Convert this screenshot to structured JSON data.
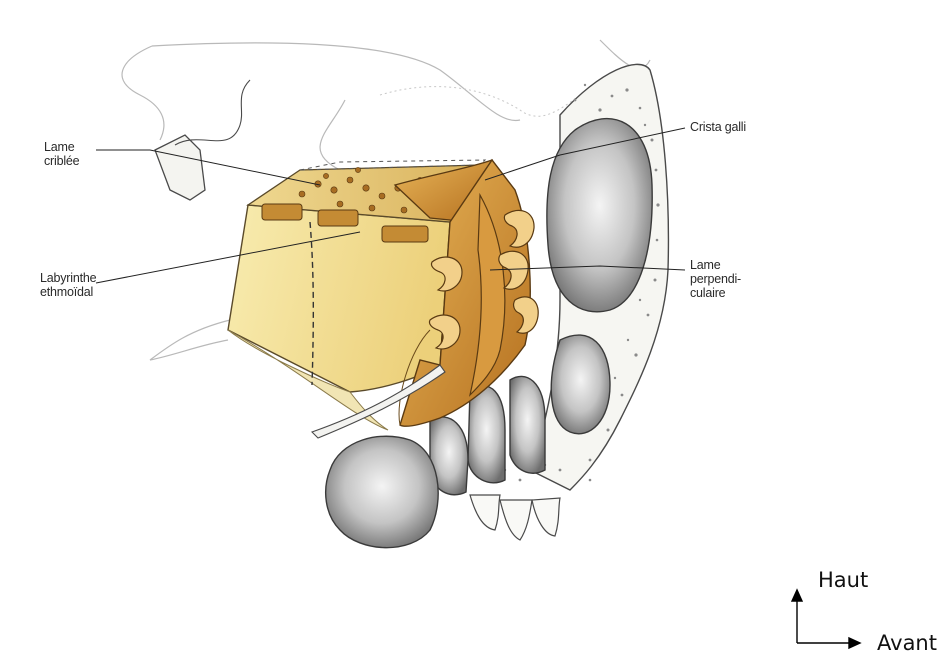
{
  "labels": {
    "lame_criblee": "Lame\ncriblée",
    "crista_galli": "Crista galli",
    "labyrinthe": "Labyrinthe\nethmoïdal",
    "lame_perpendiculaire": "Lame\nperpendi-\nculaire"
  },
  "orientation": {
    "up": "Haut",
    "forward": "Avant"
  },
  "colors": {
    "bone_yellow": "#f2d98a",
    "bone_orange": "#c98a2e",
    "cavity_grey": "#9a9a9a",
    "outline": "#3a3a3a"
  }
}
